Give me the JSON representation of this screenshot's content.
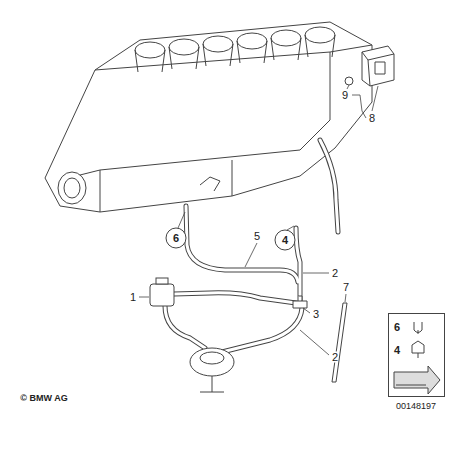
{
  "diagram": {
    "nodes": [
      {
        "text": [
          "6"
        ]
      },
      {
        "text": [
          "4"
        ]
      },
      {
        "text": [
          "6",
          "4"
        ]
      }
    ],
    "labels": [
      "1",
      "2",
      "3",
      "2",
      "5",
      "7",
      "8",
      "9",
      "© BMW AG",
      "00148197"
    ]
  }
}
